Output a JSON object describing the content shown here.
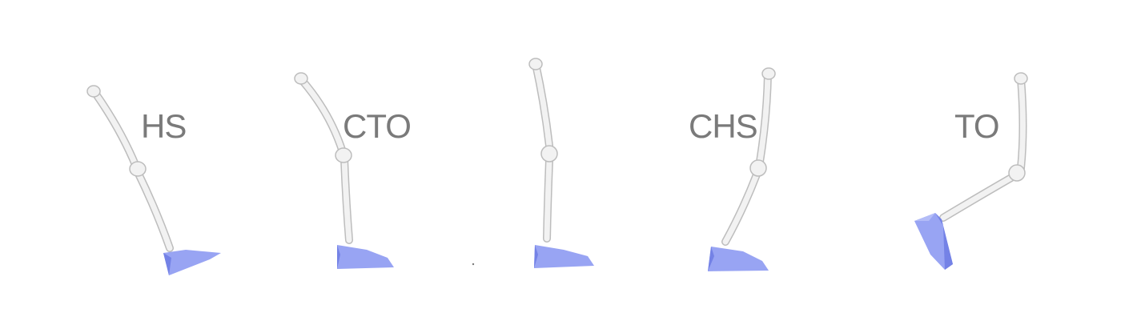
{
  "figure": {
    "phases": [
      {
        "label": "HS"
      },
      {
        "label": "CTO"
      },
      {
        "label": ""
      },
      {
        "label": "CHS"
      },
      {
        "label": "TO"
      }
    ],
    "colors": {
      "bone": "#f2f2f2",
      "bone_outline": "#bdbdbd",
      "bone_shadow": "#d6d6d6",
      "foot": "#8f9cf2",
      "foot_dark": "#7482e6",
      "foot_light": "#b3bcf7",
      "label": "#7a7a7a"
    },
    "icons": {
      "leg": "leg-skeleton-icon",
      "foot": "foot-segment-icon"
    }
  }
}
